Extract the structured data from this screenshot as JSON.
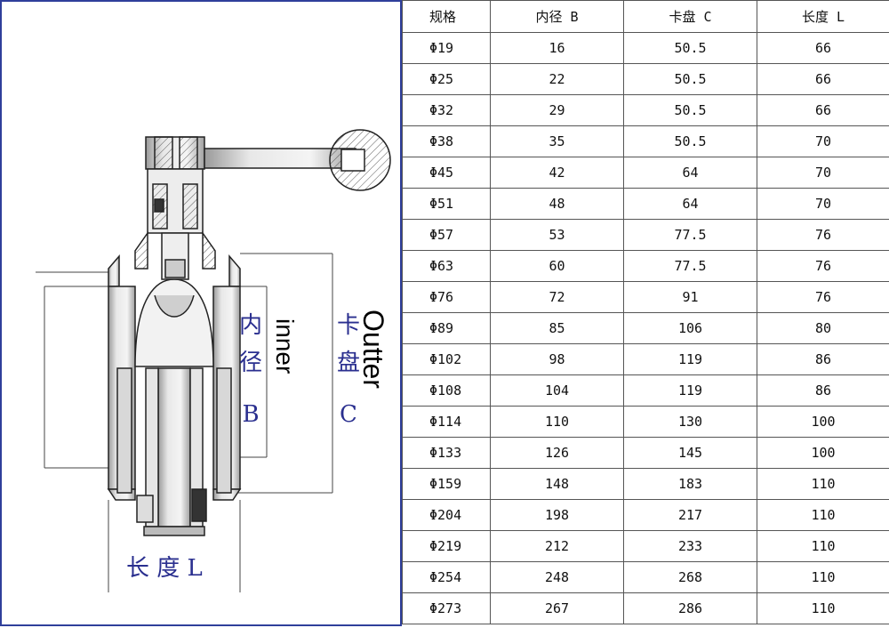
{
  "diagram": {
    "inner_label_cn": [
      "内",
      "径",
      "B"
    ],
    "inner_label_en": "inner",
    "outer_label_cn": [
      "卡",
      "盘",
      "C"
    ],
    "outer_label_en": "Outter",
    "length_label": "长 度 L"
  },
  "table": {
    "headers": [
      "规格",
      "内径 B",
      "卡盘 C",
      "长度 L"
    ],
    "rows": [
      [
        "Φ19",
        "16",
        "50.5",
        "66"
      ],
      [
        "Φ25",
        "22",
        "50.5",
        "66"
      ],
      [
        "Φ32",
        "29",
        "50.5",
        "66"
      ],
      [
        "Φ38",
        "35",
        "50.5",
        "70"
      ],
      [
        "Φ45",
        "42",
        "64",
        "70"
      ],
      [
        "Φ51",
        "48",
        "64",
        "70"
      ],
      [
        "Φ57",
        "53",
        "77.5",
        "76"
      ],
      [
        "Φ63",
        "60",
        "77.5",
        "76"
      ],
      [
        "Φ76",
        "72",
        "91",
        "76"
      ],
      [
        "Φ89",
        "85",
        "106",
        "80"
      ],
      [
        "Φ102",
        "98",
        "119",
        "86"
      ],
      [
        "Φ108",
        "104",
        "119",
        "86"
      ],
      [
        "Φ114",
        "110",
        "130",
        "100"
      ],
      [
        "Φ133",
        "126",
        "145",
        "100"
      ],
      [
        "Φ159",
        "148",
        "183",
        "110"
      ],
      [
        "Φ204",
        "198",
        "217",
        "110"
      ],
      [
        "Φ219",
        "212",
        "233",
        "110"
      ],
      [
        "Φ254",
        "248",
        "268",
        "110"
      ],
      [
        "Φ273",
        "267",
        "286",
        "110"
      ]
    ]
  }
}
